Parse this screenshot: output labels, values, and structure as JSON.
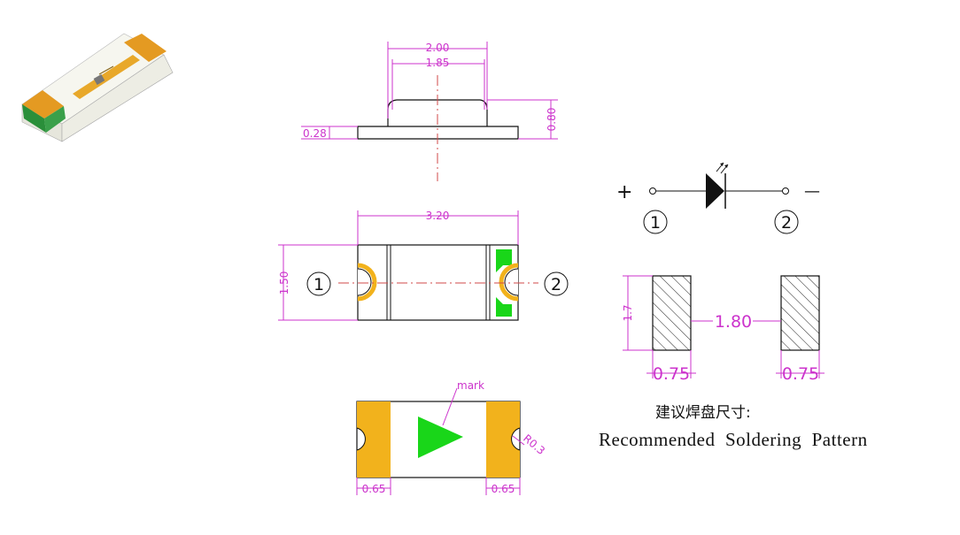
{
  "colors": {
    "dimension": "#cc33cc",
    "centerline": "#d24a4a",
    "pad": "#f2b21c",
    "mark": "#19d619",
    "outline": "#111111",
    "package_body": "#f4f4ee",
    "package_green": "#1f8f3a"
  },
  "side_view": {
    "dim_top_outer": "2.00",
    "dim_top_inner": "1.85",
    "dim_base_height": "0.28",
    "dim_total_height": "0.80"
  },
  "top_view": {
    "dim_length": "3.20",
    "dim_width": "1.50",
    "pin1": "1",
    "pin2": "2"
  },
  "bottom_view": {
    "mark_label": "mark",
    "radius_label": "R0.3",
    "pad_left_width": "0.65",
    "pad_right_width": "0.65"
  },
  "schematic": {
    "plus": "+",
    "minus": "—",
    "pin1": "1",
    "pin2": "2",
    "icon": "led-diode-symbol"
  },
  "soldering": {
    "dim_height": "1.7",
    "dim_gap": "1.80",
    "dim_left_pad": "0.75",
    "dim_right_pad": "0.75",
    "caption_cn": "建议焊盘尺寸:",
    "caption_en": "Recommended  Soldering  Pattern"
  },
  "icons": {
    "package": "smd-led-3d-icon"
  }
}
